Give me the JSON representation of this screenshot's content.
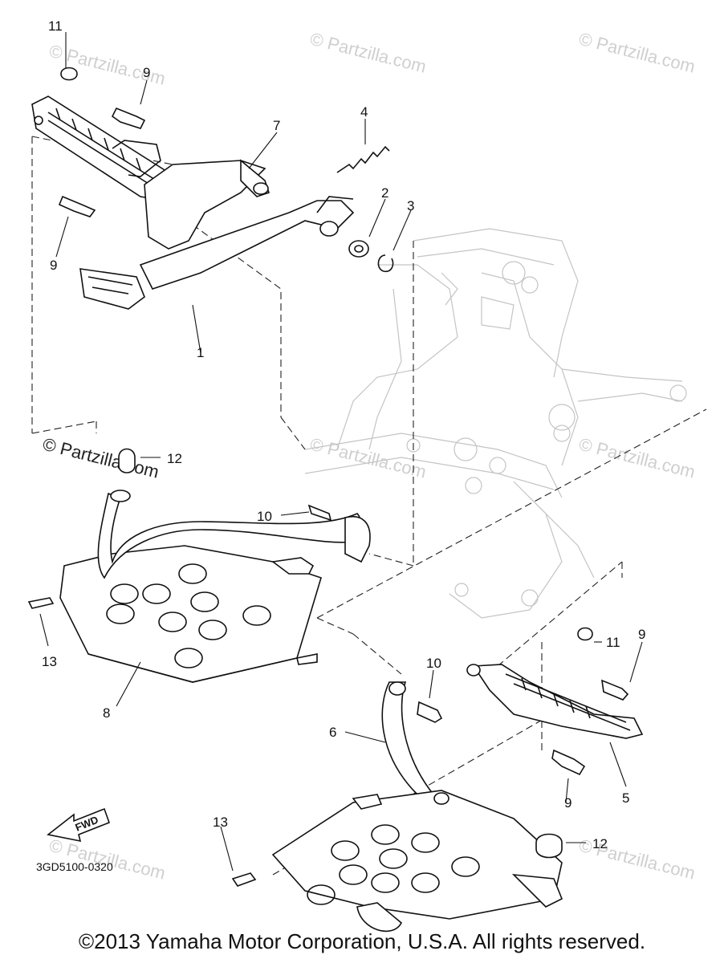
{
  "watermark": "© Partzilla.com",
  "callouts": {
    "c11a": "11",
    "c9a": "9",
    "c7": "7",
    "c4": "4",
    "c2": "2",
    "c3": "3",
    "c9b": "9",
    "c1": "1",
    "c12a": "12",
    "c10a": "10",
    "c13a": "13",
    "c8": "8",
    "c11b": "11",
    "c9c": "9",
    "c10b": "10",
    "c6": "6",
    "c5": "5",
    "c9d": "9",
    "c13b": "13",
    "c12b": "12"
  },
  "fwd_label": "FWD",
  "diagram_code": "3GD5100-0320",
  "copyright": "©2013 Yamaha Motor Corporation, U.S.A. All rights reserved."
}
